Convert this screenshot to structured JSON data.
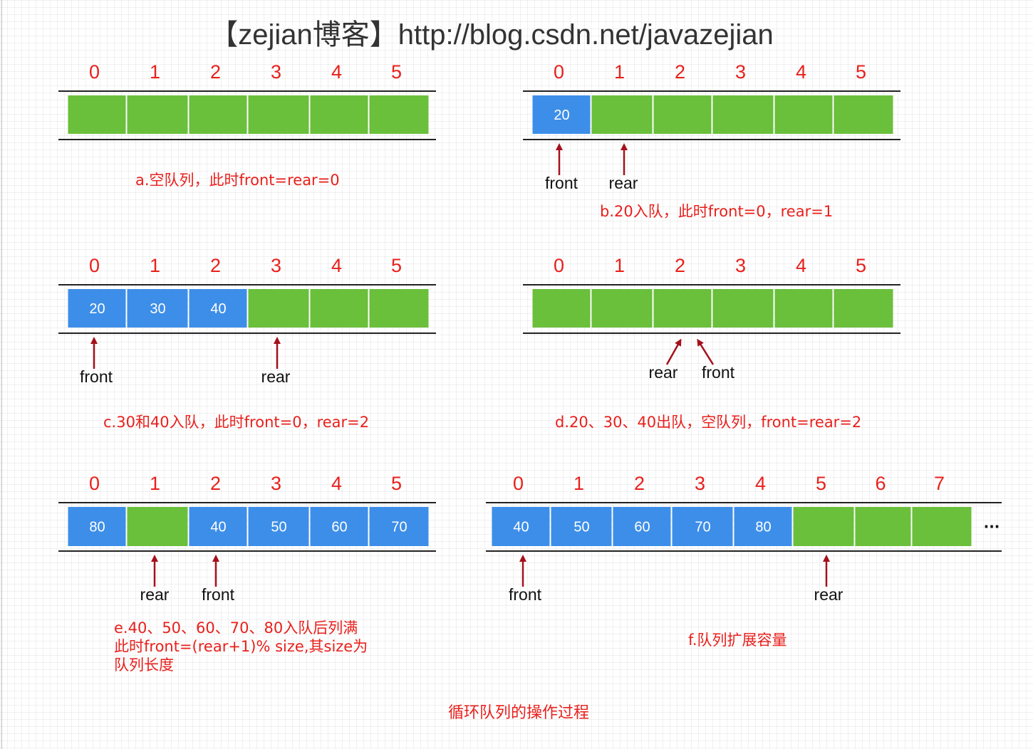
{
  "header": {
    "title": "【zejian博客】http://blog.csdn.net/javazejian"
  },
  "footer": {
    "caption": "循环队列的操作过程"
  },
  "colors": {
    "filled": "#3d8ee8",
    "empty": "#6abf3b",
    "index": "#e8201c",
    "caption": "#e8201c",
    "arrow": "#a5101c",
    "rule": "#222222",
    "text": "#111111"
  },
  "diagrams": [
    {
      "id": "a",
      "indices": [
        "0",
        "1",
        "2",
        "3",
        "4",
        "5"
      ],
      "cells": [
        {
          "value": "",
          "filled": false
        },
        {
          "value": "",
          "filled": false
        },
        {
          "value": "",
          "filled": false
        },
        {
          "value": "",
          "filled": false
        },
        {
          "value": "",
          "filled": false
        },
        {
          "value": "",
          "filled": false
        }
      ],
      "pointers": [],
      "caption": [
        "a.空队列，此时front=rear=0"
      ]
    },
    {
      "id": "b",
      "indices": [
        "0",
        "1",
        "2",
        "3",
        "4",
        "5"
      ],
      "cells": [
        {
          "value": "20",
          "filled": true
        },
        {
          "value": "",
          "filled": false
        },
        {
          "value": "",
          "filled": false
        },
        {
          "value": "",
          "filled": false
        },
        {
          "value": "",
          "filled": false
        },
        {
          "value": "",
          "filled": false
        }
      ],
      "pointers": [
        {
          "label": "front",
          "index": 0,
          "direction": "up"
        },
        {
          "label": "rear",
          "index": 1,
          "direction": "up"
        }
      ],
      "caption": [
        "b.20入队，此时front=0，rear=1"
      ]
    },
    {
      "id": "c",
      "indices": [
        "0",
        "1",
        "2",
        "3",
        "4",
        "5"
      ],
      "cells": [
        {
          "value": "20",
          "filled": true
        },
        {
          "value": "30",
          "filled": true
        },
        {
          "value": "40",
          "filled": true
        },
        {
          "value": "",
          "filled": false
        },
        {
          "value": "",
          "filled": false
        },
        {
          "value": "",
          "filled": false
        }
      ],
      "pointers": [
        {
          "label": "front",
          "index": 0,
          "direction": "up"
        },
        {
          "label": "rear",
          "index": 3,
          "direction": "up"
        }
      ],
      "caption": [
        "c.30和40入队，此时front=0，rear=2"
      ]
    },
    {
      "id": "d",
      "indices": [
        "0",
        "1",
        "2",
        "3",
        "4",
        "5"
      ],
      "cells": [
        {
          "value": "",
          "filled": false
        },
        {
          "value": "",
          "filled": false
        },
        {
          "value": "",
          "filled": false
        },
        {
          "value": "",
          "filled": false
        },
        {
          "value": "",
          "filled": false
        },
        {
          "value": "",
          "filled": false
        }
      ],
      "pointers": [
        {
          "label": "rear",
          "index": 2,
          "direction": "up-right"
        },
        {
          "label": "front",
          "index": 2,
          "direction": "up-left"
        }
      ],
      "caption": [
        "d.20、30、40出队，空队列，front=rear=2"
      ]
    },
    {
      "id": "e",
      "indices": [
        "0",
        "1",
        "2",
        "3",
        "4",
        "5"
      ],
      "cells": [
        {
          "value": "80",
          "filled": true
        },
        {
          "value": "",
          "filled": false
        },
        {
          "value": "40",
          "filled": true
        },
        {
          "value": "50",
          "filled": true
        },
        {
          "value": "60",
          "filled": true
        },
        {
          "value": "70",
          "filled": true
        }
      ],
      "pointers": [
        {
          "label": "rear",
          "index": 1,
          "direction": "up"
        },
        {
          "label": "front",
          "index": 2,
          "direction": "up"
        }
      ],
      "caption": [
        "e.40、50、60、70、80入队后列满",
        "此时front=(rear+1)% size,其size为",
        "队列长度"
      ]
    },
    {
      "id": "f",
      "indices": [
        "0",
        "1",
        "2",
        "3",
        "4",
        "5",
        "6",
        "7"
      ],
      "cells": [
        {
          "value": "40",
          "filled": true
        },
        {
          "value": "50",
          "filled": true
        },
        {
          "value": "60",
          "filled": true
        },
        {
          "value": "70",
          "filled": true
        },
        {
          "value": "80",
          "filled": true
        },
        {
          "value": "",
          "filled": false
        },
        {
          "value": "",
          "filled": false
        },
        {
          "value": "",
          "filled": false
        }
      ],
      "pointers": [
        {
          "label": "front",
          "index": 0,
          "direction": "up"
        },
        {
          "label": "rear",
          "index": 5,
          "direction": "up"
        }
      ],
      "ellipsis": "...",
      "caption": [
        "f.队列扩展容量"
      ]
    }
  ]
}
